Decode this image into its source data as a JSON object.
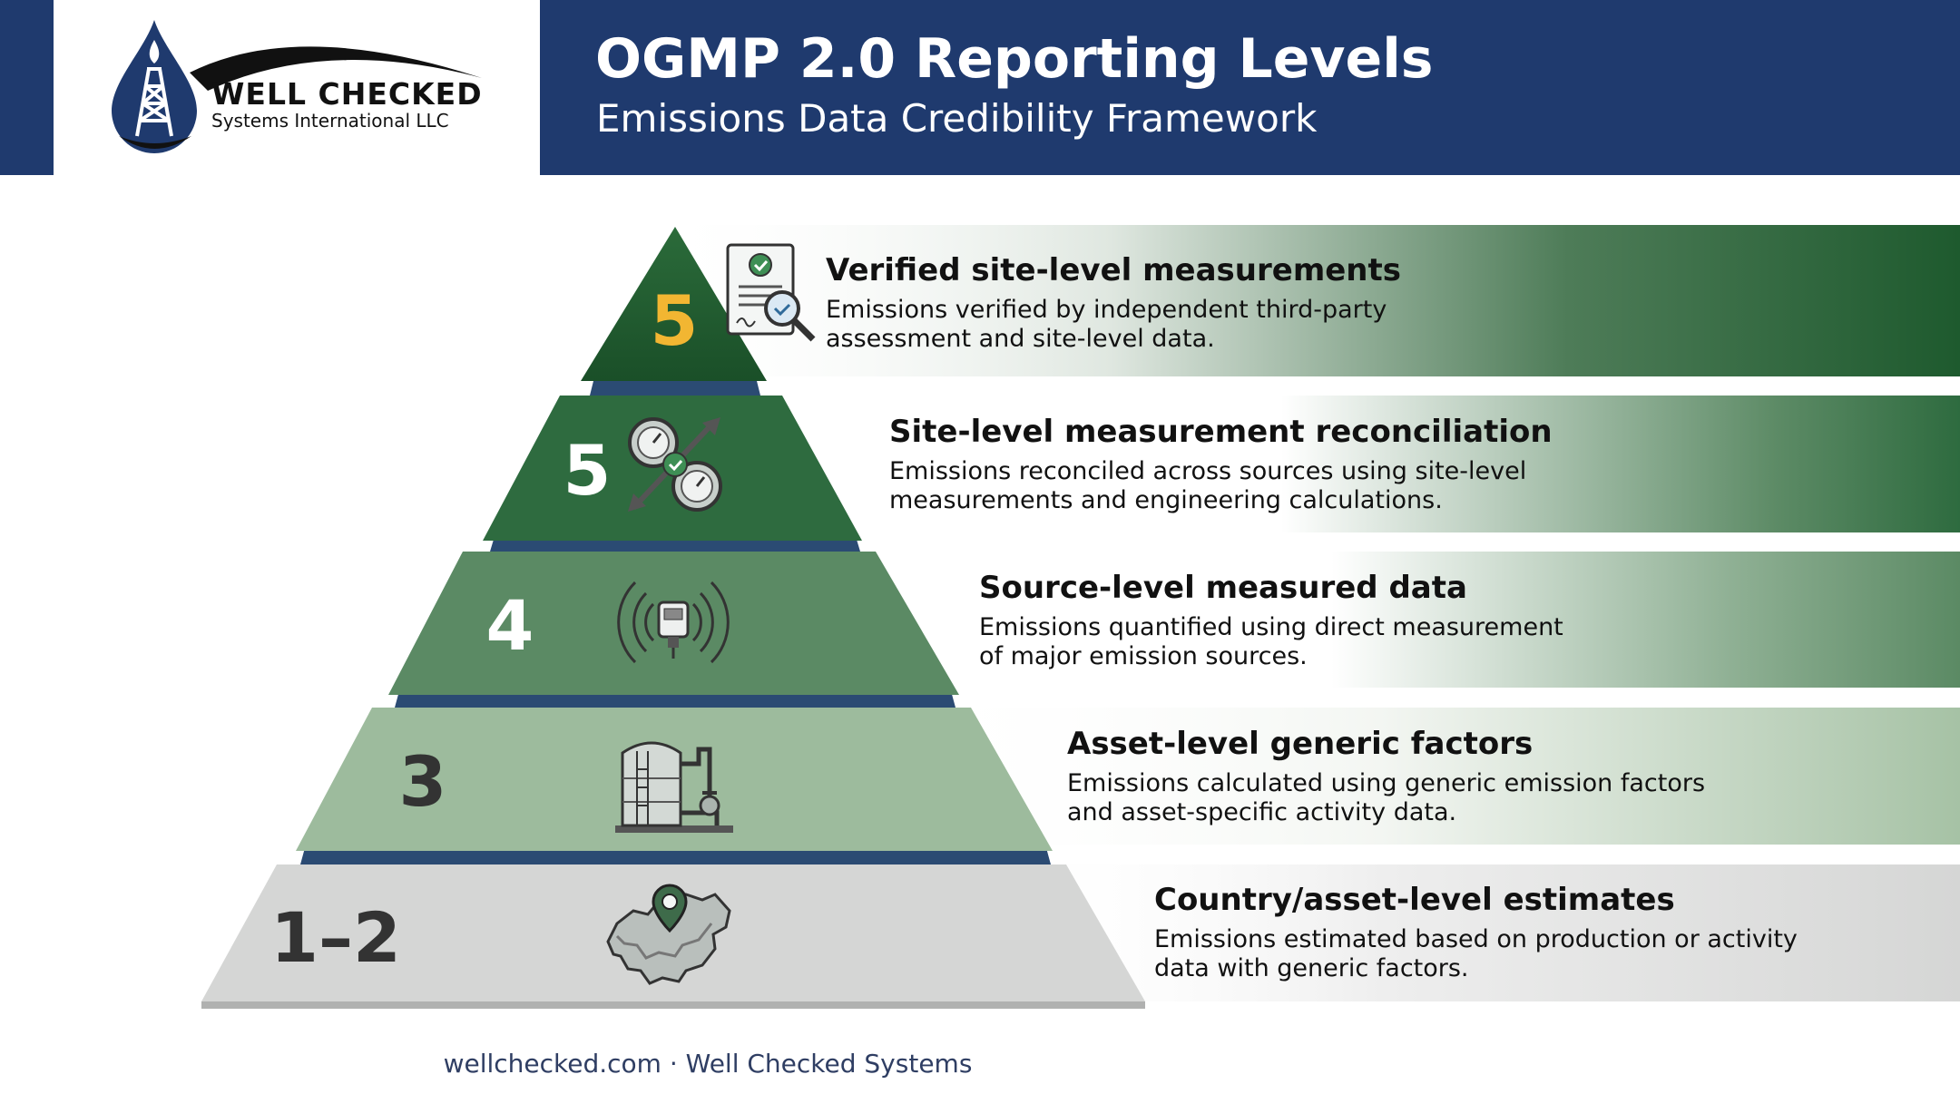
{
  "header": {
    "title": "OGMP 2.0 Reporting Levels",
    "subtitle": "Emissions Data Credibility Framework",
    "logo_name": "WELL CHECKED",
    "logo_subtitle": "Systems International LLC"
  },
  "levels": [
    {
      "number": "5",
      "title": "Verified site-level measurements",
      "description": "Emissions verified by independent third-party\nassessment and site-level data.",
      "icon": "verified-document-icon"
    },
    {
      "number": "5",
      "title": "Site-level measurement reconciliation",
      "description": "Emissions reconciled across sources using site-level\nmeasurements and engineering calculations.",
      "icon": "gauges-reconcile-icon"
    },
    {
      "number": "4",
      "title": "Source-level measured data",
      "description": "Emissions quantified using direct measurement\nof major emission sources.",
      "icon": "sensor-icon"
    },
    {
      "number": "3",
      "title": "Asset-level generic factors",
      "description": "Emissions calculated using generic emission factors\nand asset-specific activity data.",
      "icon": "storage-tank-icon"
    },
    {
      "number": "1–2",
      "title": "Country/asset-level estimates",
      "description": "Emissions estimated based on production or activity\ndata with generic factors.",
      "icon": "country-map-pin-icon"
    }
  ],
  "footer": "wellchecked.com · Well Checked Systems",
  "colors": {
    "header_bg": "#1f3a6e",
    "tier5_top": "#1e5a2e",
    "tier5": "#2e6b3f",
    "tier4": "#5b8a64",
    "tier3": "#9dbb9d",
    "tier12": "#d5d6d5",
    "accent_yellow": "#f2b632",
    "band_divider": "#2b4b73"
  }
}
